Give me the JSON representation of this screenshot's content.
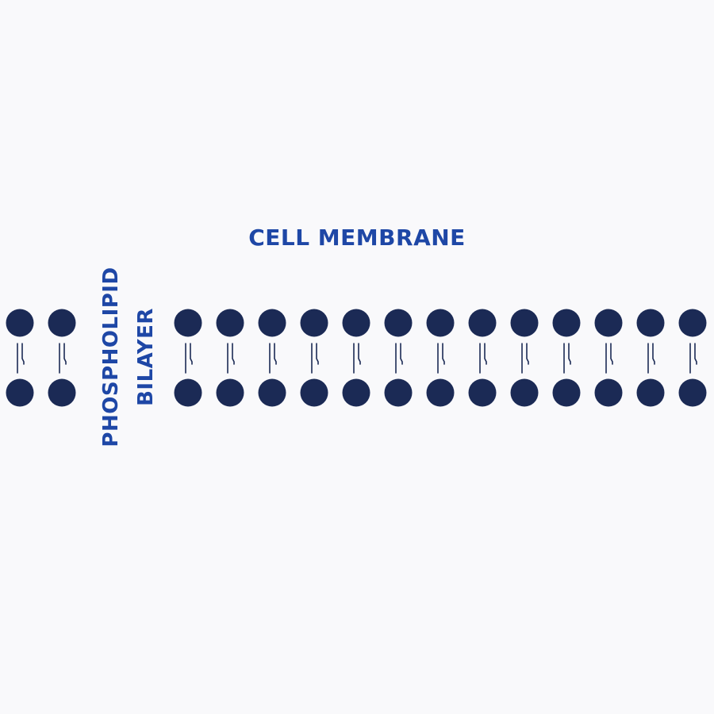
{
  "diagram": {
    "title": "CELL MEMBRANE",
    "side_label": {
      "line1": "PHOSPHOLIPID",
      "line2": "BILAYER"
    },
    "phospholipid_count": 15,
    "gap_after_index": 1,
    "colors": {
      "label": "#1e47a6",
      "head": "#1b2a55",
      "tail": "#1b2a55",
      "background": "#f9f9fb"
    }
  }
}
